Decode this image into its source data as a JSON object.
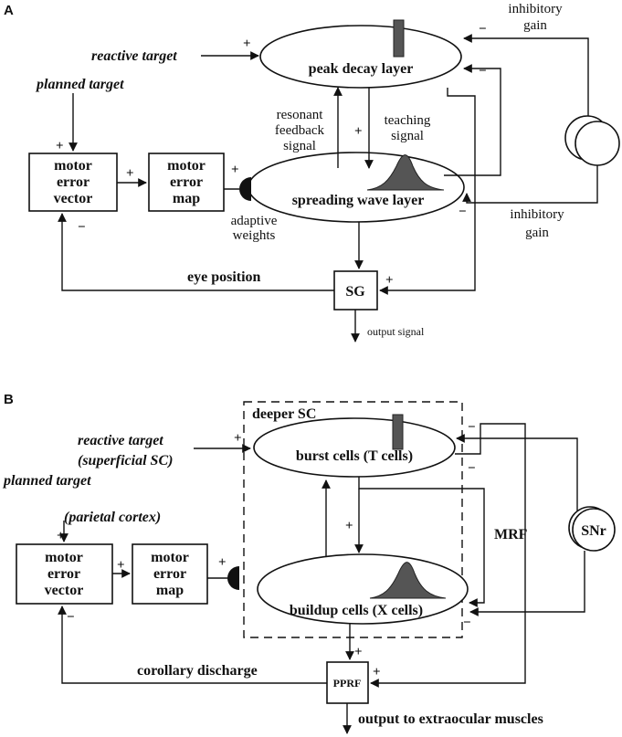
{
  "panelA": {
    "label": "A",
    "reactive_target": "reactive target",
    "planned_target": "planned target",
    "peak_layer": "peak decay layer",
    "spreading_layer": "spreading wave layer",
    "mev": [
      "motor",
      "error",
      "vector"
    ],
    "mem": [
      "motor",
      "error",
      "map"
    ],
    "sg": "SG",
    "resonant": [
      "resonant",
      "feedback",
      "signal"
    ],
    "teaching": [
      "teaching",
      "signal"
    ],
    "adaptive": [
      "adaptive",
      "weights"
    ],
    "inhib_top": [
      "inhibitory",
      "gain"
    ],
    "inhib_bot": [
      "inhibitory",
      "gain"
    ],
    "eye_position": "eye position",
    "output": "output signal"
  },
  "panelB": {
    "label": "B",
    "reactive_target": "reactive target",
    "reactive_sub": "(superficial SC)",
    "planned_target": "planned target",
    "parietal": "(parietal cortex)",
    "deeper": "deeper SC",
    "burst": "burst cells (T cells)",
    "buildup": "buildup cells (X cells)",
    "mev": [
      "motor",
      "error",
      "vector"
    ],
    "mem": [
      "motor",
      "error",
      "map"
    ],
    "mrf": "MRF",
    "snr": "SNr",
    "pprf": "PPRF",
    "corollary": "corollary discharge",
    "output": "output to extraocular muscles"
  },
  "signs": {
    "plus": "+",
    "minus": "−"
  }
}
